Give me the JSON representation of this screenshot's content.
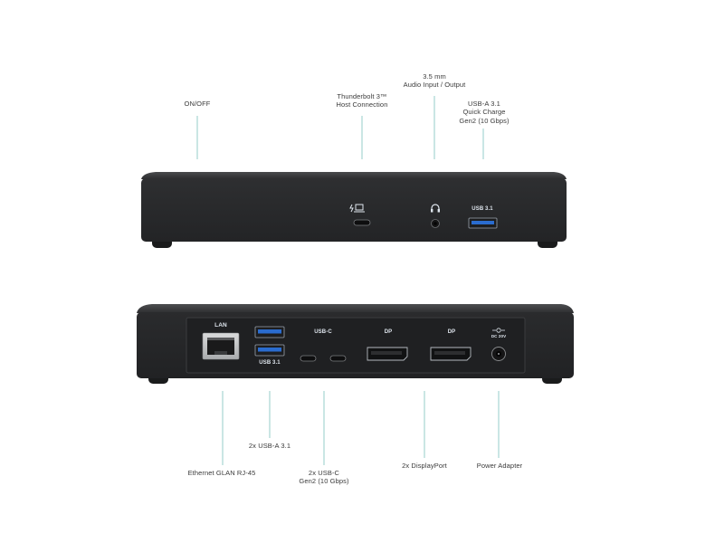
{
  "colors": {
    "leader_line": "#a7d5d3",
    "device_body": "#2a2b2d",
    "port_text": "#dfe6ee",
    "background": "#ffffff"
  },
  "front_view": {
    "labels": {
      "on_off": "ON/OFF",
      "thunderbolt": [
        "Thunderbolt 3™",
        "Host Connection"
      ],
      "audio": [
        "3.5 mm",
        "Audio Input / Output"
      ],
      "usb_a": [
        "USB-A 3.1",
        "Quick Charge",
        "Gen2 (10 Gbps)"
      ]
    },
    "port_marks": {
      "usb": "USB 3.1"
    },
    "icons": [
      "thunderbolt-laptop-icon",
      "headphones-icon"
    ]
  },
  "rear_view": {
    "labels": {
      "ethernet": "Ethernet GLAN RJ-45",
      "usb_a": "2x USB-A 3.1",
      "usb_c": [
        "2x USB-C",
        "Gen2 (10 Gbps)"
      ],
      "displayport": "2x DisplayPort",
      "power": "Power Adapter"
    },
    "port_marks": {
      "lan": "LAN",
      "usb": "USB 3.1",
      "usb_c": "USB-C",
      "dp1": "DP",
      "dp2": "DP",
      "dc": "DC 20V"
    }
  }
}
